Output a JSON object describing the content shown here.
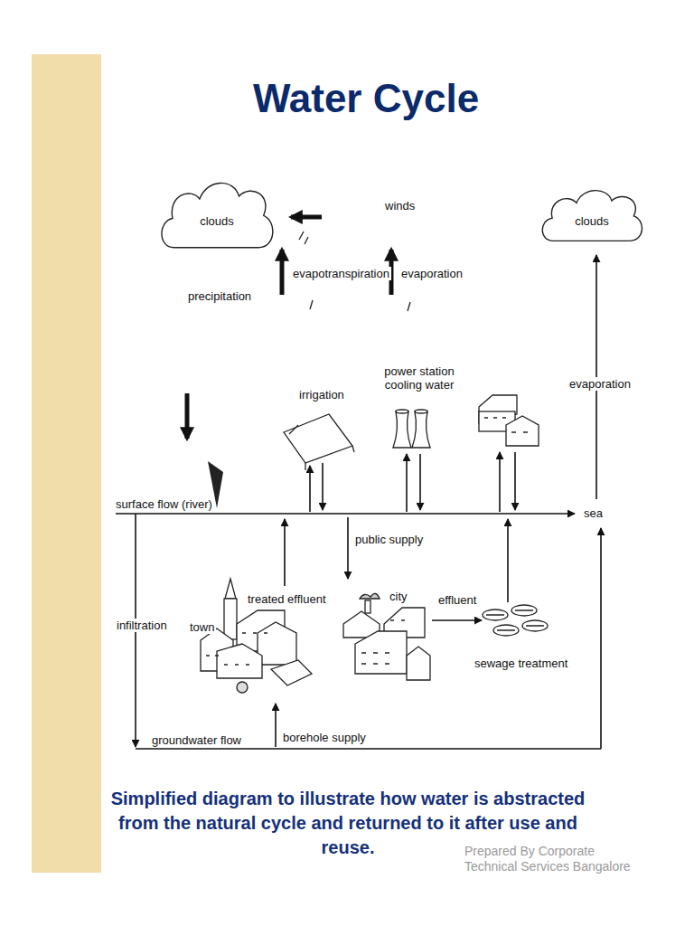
{
  "diagram": {
    "title": "Water Cycle",
    "caption": "Simplified diagram to illustrate how water is abstracted from the natural cycle and returned to it after use and reuse.",
    "nodes": [
      {
        "text": [
          "clouds"
        ]
      },
      {
        "text": [
          "clouds"
        ]
      }
    ],
    "labels": [
      "winds",
      "evapotranspiration",
      "evaporation",
      "precipitation",
      "irrigation",
      "power station cooling water",
      "evaporation",
      "surface flow (river)",
      "sea",
      "public supply",
      "treated effluent",
      "city",
      "effluent",
      "infiltration",
      "town",
      "sewage treatment",
      "groundwater flow",
      "borehole supply",
      "Prepared By Corporate Technical Services Bangalore"
    ]
  }
}
